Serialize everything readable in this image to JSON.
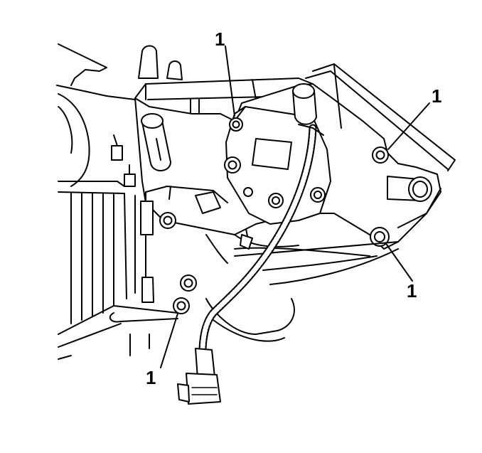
{
  "diagram": {
    "callouts": [
      {
        "id": "callout-top",
        "label": "1"
      },
      {
        "id": "callout-right-top",
        "label": "1"
      },
      {
        "id": "callout-right-bottom",
        "label": "1"
      },
      {
        "id": "callout-bottom-left",
        "label": "1"
      }
    ],
    "colors": {
      "line": "#000000",
      "background": "#ffffff"
    }
  }
}
